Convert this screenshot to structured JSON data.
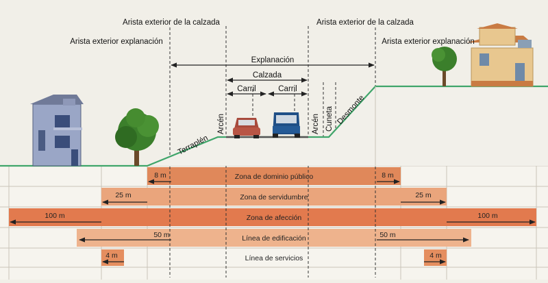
{
  "labels": {
    "arista_calzada_left": "Arista exterior de la calzada",
    "arista_calzada_right": "Arista exterior de la calzada",
    "arista_explanacion_left": "Arista exterior explanación",
    "arista_explanacion_right": "Arista exterior explanación",
    "explanacion": "Explanación",
    "calzada": "Calzada",
    "carril_left": "Carril",
    "carril_right": "Carril",
    "arcen_left": "Arcén",
    "arcen_right": "Arcén",
    "cuneta": "Cuneta",
    "terraplen": "Terraplén",
    "desmonte": "Desmonte"
  },
  "zones": [
    {
      "name": "Zona de dominio público",
      "left_label": "8 m",
      "right_label": "8 m",
      "color": "#e0885a"
    },
    {
      "name": "Zona de servidumbre",
      "left_label": "25 m",
      "right_label": "25 m",
      "color": "#eaa57c"
    },
    {
      "name": "Zona de afección",
      "left_label": "100 m",
      "right_label": "100 m",
      "color": "#e27a4e"
    },
    {
      "name": "Línea de edificación",
      "left_label": "50 m",
      "right_label": "50 m",
      "color": "#eeb38d"
    },
    {
      "name": "Línea de servicios",
      "left_label": "4 m",
      "right_label": "4 m",
      "color": "#e58e5f"
    }
  ],
  "colors": {
    "background": "#f1efe8",
    "ground_line": "#3fa56a",
    "arrow": "#222222",
    "band_light": "#f6f4ee"
  }
}
